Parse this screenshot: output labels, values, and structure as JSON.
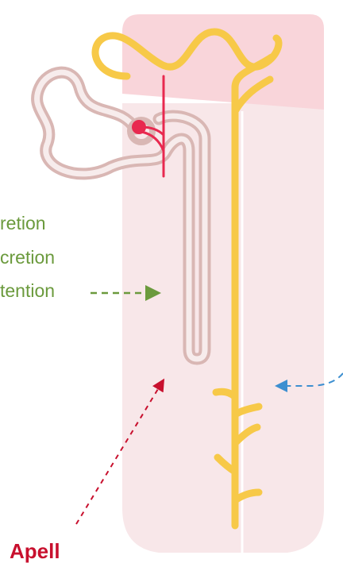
{
  "labels": {
    "line1": "retion",
    "line2": "cretion",
    "line3": "tention",
    "bottom": "Apell"
  },
  "colors": {
    "cortex": "#f9d5da",
    "medulla": "#f8e7e9",
    "tubule": "#d9b7b4",
    "tubule_inner": "#f7ecec",
    "collecting_duct": "#f7c948",
    "vessel": "#e8294f",
    "arrow_green": "#6b9a3d",
    "arrow_red": "#c8102e",
    "arrow_blue": "#3d8fd0"
  },
  "icons": [
    "green-dashed-arrow",
    "red-dashed-arrow",
    "blue-dashed-arrow"
  ]
}
